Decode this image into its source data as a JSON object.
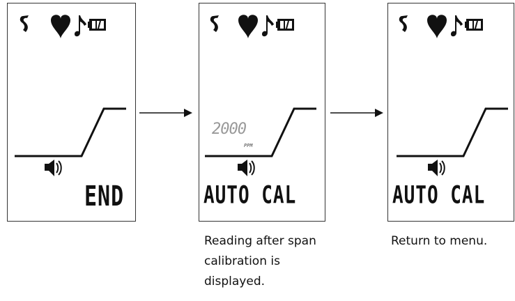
{
  "screens": [
    {
      "bottom_text": "END"
    },
    {
      "reading": "2000",
      "unit": "PPM",
      "bottom_text": "AUTO CAL"
    },
    {
      "bottom_text": "AUTO CAL"
    }
  ],
  "captions": {
    "screen2": [
      "Reading after span",
      "calibration is",
      "displayed."
    ],
    "screen3": [
      "Return to menu."
    ]
  }
}
